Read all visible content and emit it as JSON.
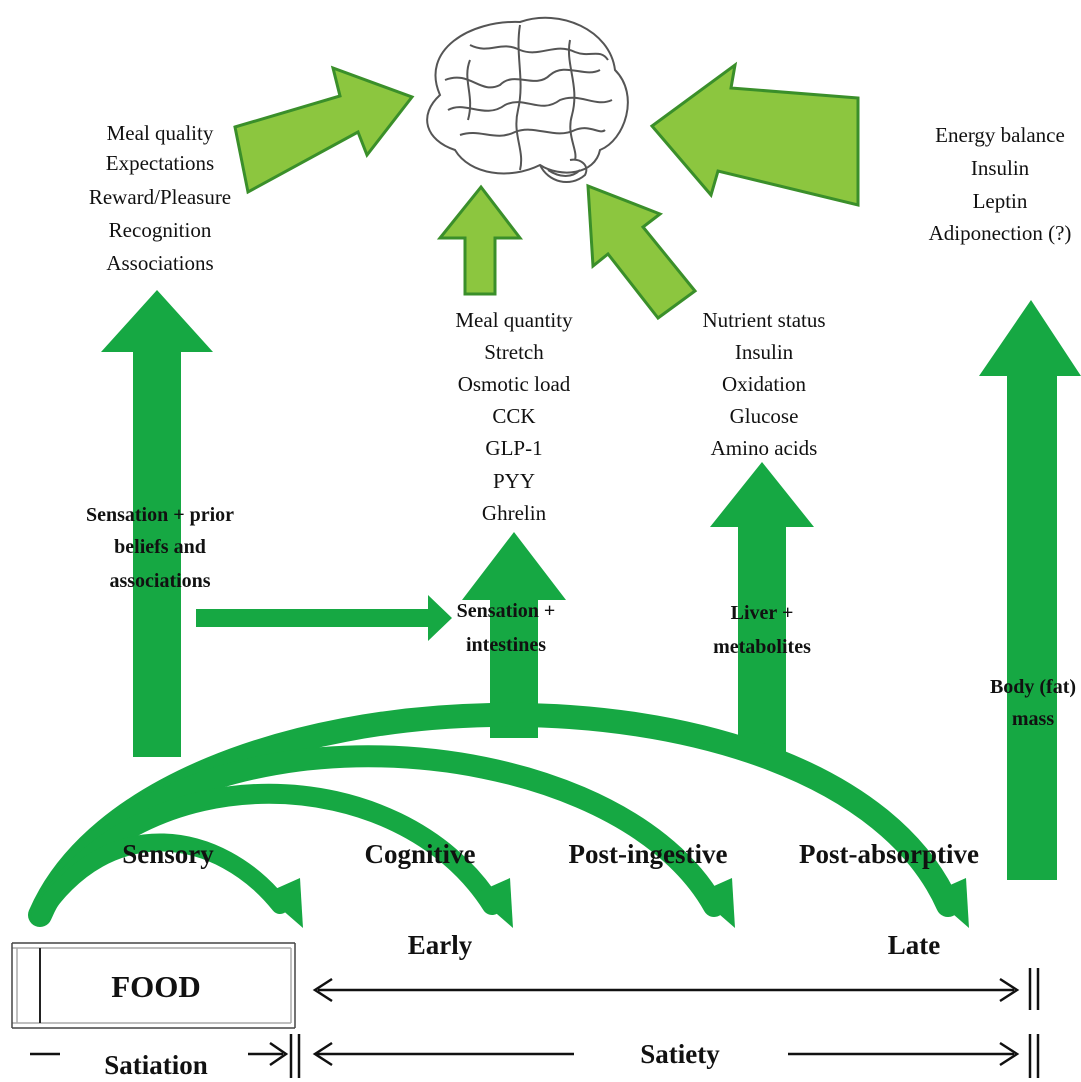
{
  "colors": {
    "dark_green": "#16a843",
    "light_green": "#8cc63f",
    "light_green_stroke": "#3a8f2a",
    "text": "#111111"
  },
  "brain": {
    "icon": "brain-illustration"
  },
  "left_factors": [
    "Meal quality",
    "Expectations",
    "Reward/Pleasure",
    "Recognition",
    "Associations"
  ],
  "gut_factors": [
    "Meal quantity",
    "Stretch",
    "Osmotic load",
    "CCK",
    "GLP-1",
    "PYY",
    "Ghrelin"
  ],
  "liver_factors": [
    "Nutrient status",
    "Insulin",
    "Oxidation",
    "Glucose",
    "Amino acids"
  ],
  "right_factors": [
    "Energy balance",
    "Insulin",
    "Leptin",
    "Adiponection (?)"
  ],
  "pathways": {
    "sensation_prior": [
      "Sensation + prior",
      "beliefs and",
      "associations"
    ],
    "sensation_intestines": [
      "Sensation +",
      "intestines"
    ],
    "liver_metabolites": [
      "Liver +",
      "metabolites"
    ],
    "body_fat": [
      "Body (fat)",
      "mass"
    ]
  },
  "phases": {
    "sensory": "Sensory",
    "cognitive": "Cognitive",
    "post_ingestive": "Post-ingestive",
    "post_absorptive": "Post-absorptive"
  },
  "food_label": "FOOD",
  "timeline": {
    "early": "Early",
    "late": "Late",
    "satiation": "Satiation",
    "satiety": "Satiety"
  }
}
